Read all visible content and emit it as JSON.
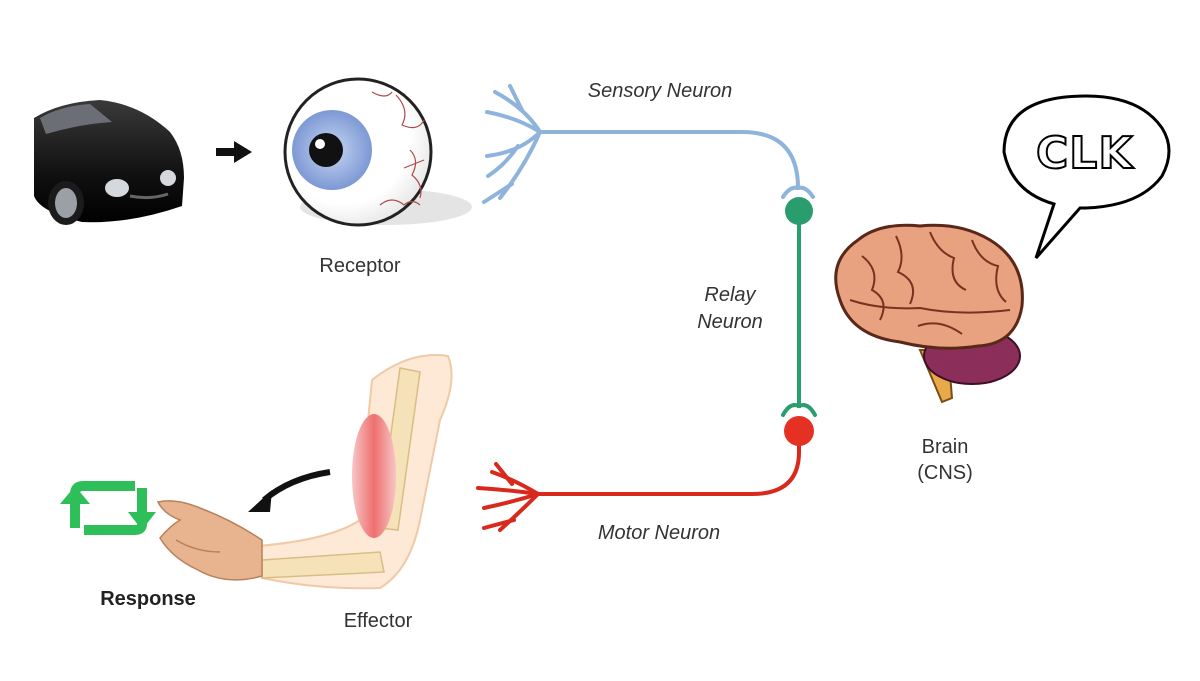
{
  "labels": {
    "receptor": "Receptor",
    "sensory_neuron": "Sensory Neuron",
    "relay_line1": "Relay",
    "relay_line2": "Neuron",
    "brain_line1": "Brain",
    "brain_line2": "(CNS)",
    "motor_neuron": "Motor Neuron",
    "effector": "Effector",
    "response": "Response"
  },
  "speech_bubble": {
    "text": "CLK"
  },
  "colors": {
    "sensory": "#8fb4dc",
    "relay": "#2a9d6f",
    "motor": "#d9291c",
    "response_icon": "#2fbf5a"
  },
  "icons": [
    "car-image",
    "arrow-right-icon",
    "eye-image",
    "brain-image",
    "speech-bubble",
    "arm-image",
    "curved-arrow-icon",
    "repeat-icon",
    "hand-image"
  ]
}
